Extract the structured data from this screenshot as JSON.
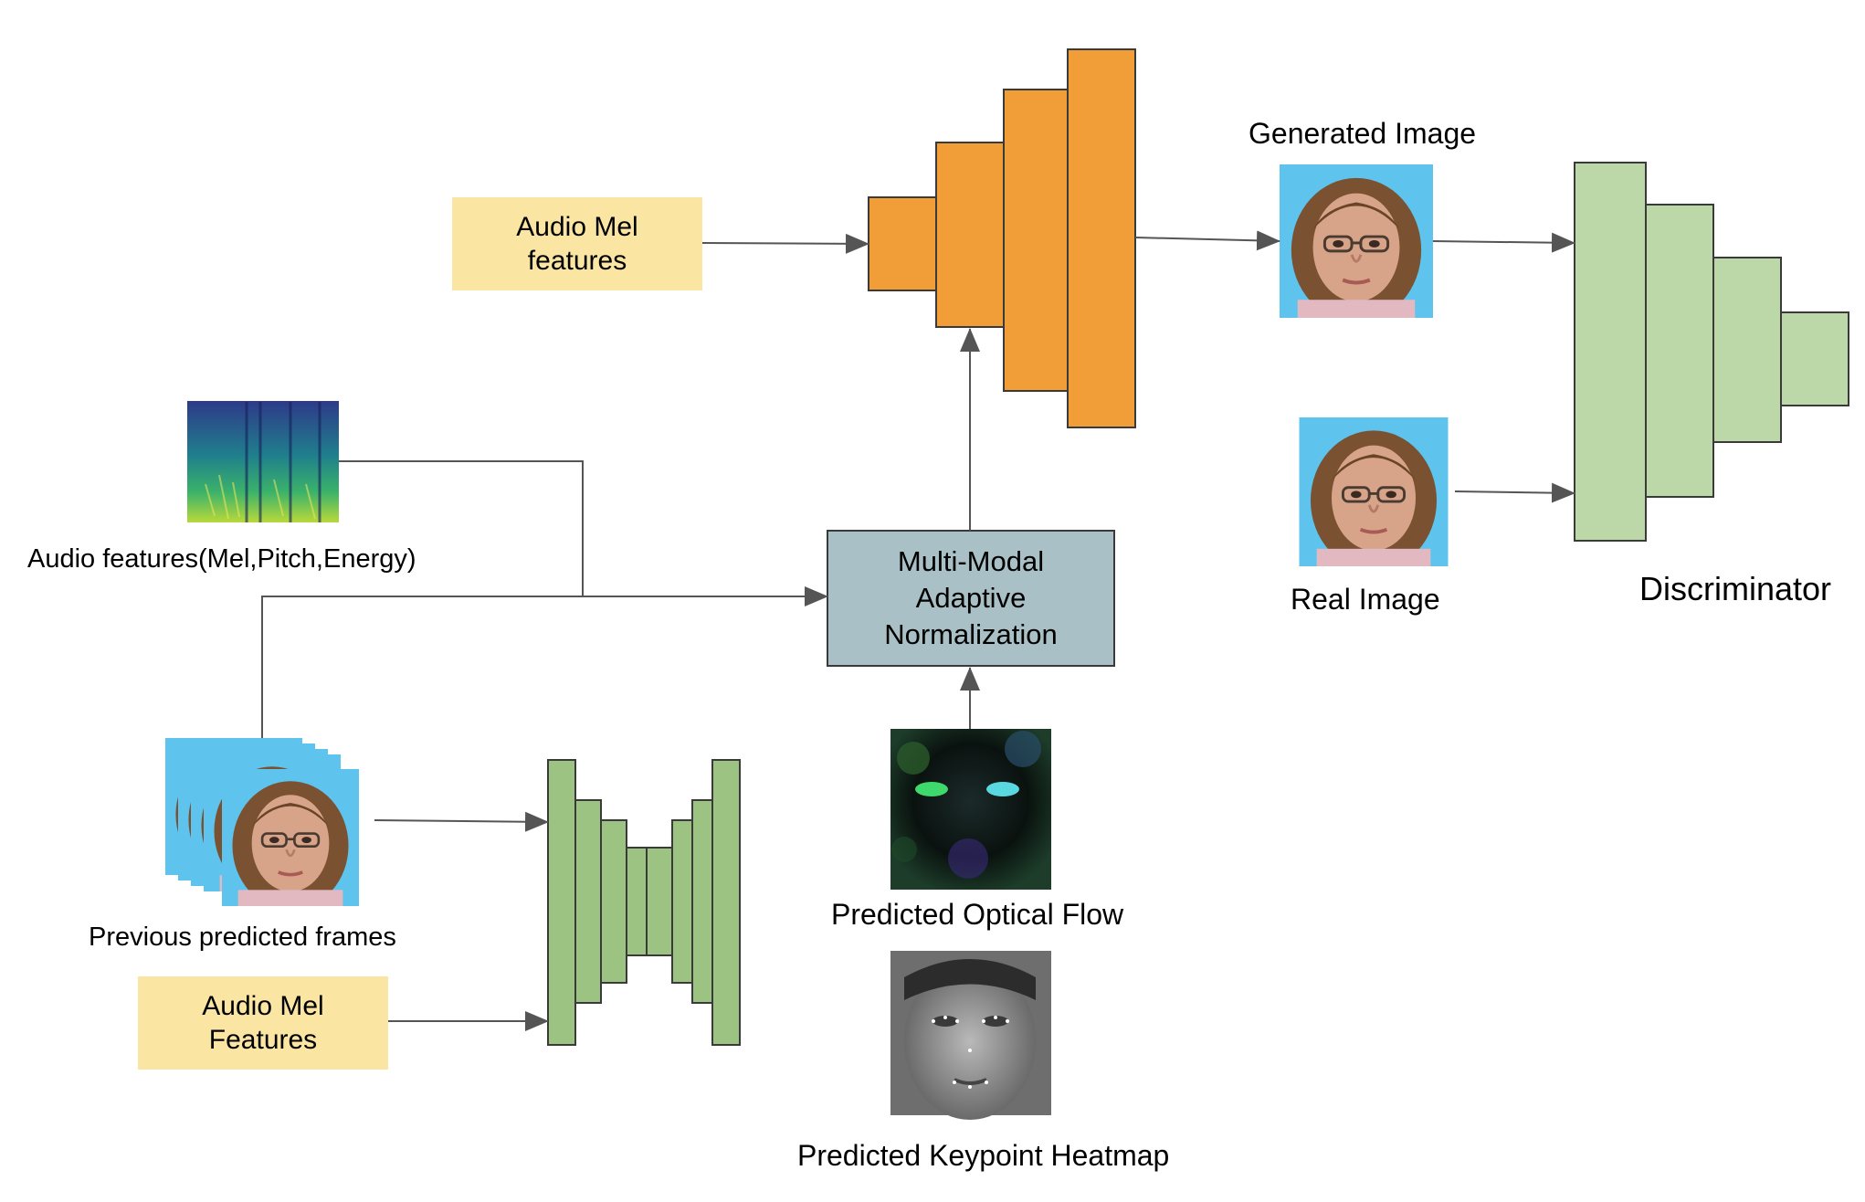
{
  "colors": {
    "generator": "#f29e38",
    "generator_stroke": "#3a3a3a",
    "green_block": "#9dc383",
    "discriminator": "#bcd7a8",
    "audio_box": "#fbe5a3",
    "norm_box": "#a9c1c6",
    "arrow": "#555555",
    "face_bg": "#5ec4ee",
    "skin": "#d7a48a",
    "hair": "#7a5232"
  },
  "labels": {
    "audio_mel_top": [
      "Audio Mel",
      "features"
    ],
    "audio_features": "Audio features(Mel,Pitch,Energy)",
    "norm_block": [
      "Multi-Modal",
      "Adaptive",
      "Normalization"
    ],
    "previous_frames": "Previous predicted frames",
    "audio_mel_bottom": [
      "Audio Mel",
      "Features"
    ],
    "optical_flow": "Predicted Optical Flow",
    "keypoint_heatmap": "Predicted Keypoint Heatmap",
    "generated_image": "Generated Image",
    "real_image": "Real Image",
    "discriminator": "Discriminator"
  },
  "icons": [
    "face-image",
    "spectrogram-image",
    "optical-flow-image",
    "keypoint-heatmap-image"
  ]
}
